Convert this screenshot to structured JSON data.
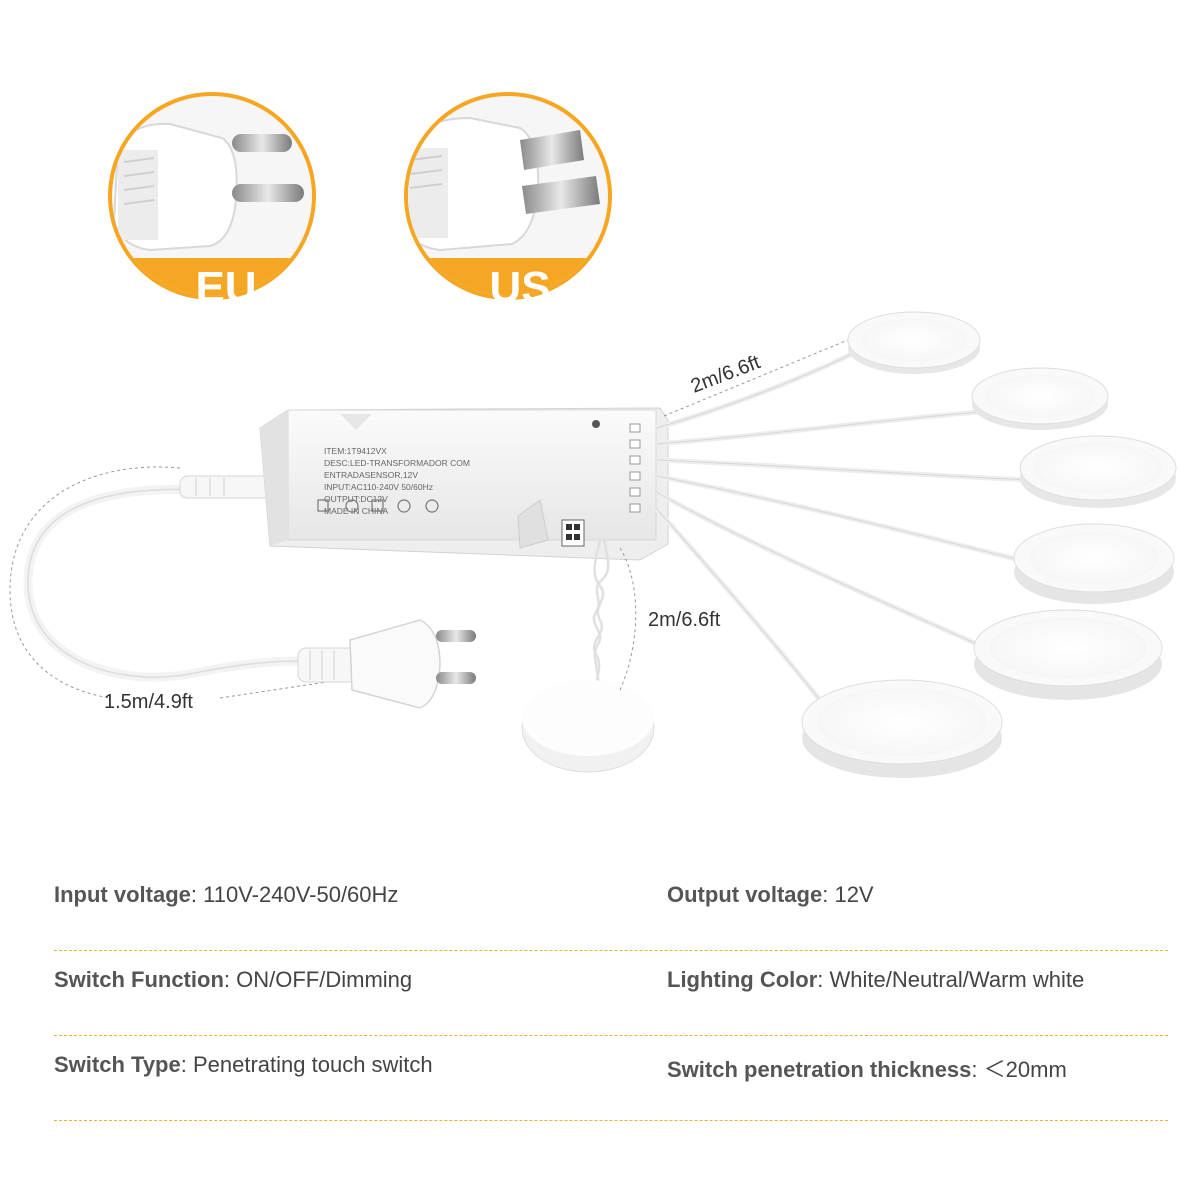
{
  "plugs": [
    {
      "label": "EU"
    },
    {
      "label": "US"
    }
  ],
  "transformer": {
    "lines": [
      "ITEM:1T9412VX",
      "DESC:LED-TRANSFORMADOR COM",
      "ENTRADASENSOR,12V",
      "INPUT:AC110-240V 50/60Hz",
      "OUTPUT:DC12V",
      "MADE IN CHINA"
    ]
  },
  "dimensions": {
    "lights_cable": "2m/6.6ft",
    "sensor_cable": "2m/6.6ft",
    "power_cable": "1.5m/4.9ft"
  },
  "specs": [
    {
      "left": {
        "key": "Input voltage",
        "value": "110V-240V-50/60Hz"
      },
      "right": {
        "key": "Output voltage",
        "value": "12V"
      }
    },
    {
      "left": {
        "key": "Switch Function",
        "value": "ON/OFF/Dimming"
      },
      "right": {
        "key": "Lighting Color",
        "value": "White/Neutral/Warm white"
      }
    },
    {
      "left": {
        "key": "Switch Type",
        "value": "Penetrating touch switch"
      },
      "right": {
        "key": "Switch penetration thickness",
        "value": "＜20mm"
      }
    }
  ],
  "colors": {
    "accent": "#f5a623",
    "divider": "#e8b23c"
  }
}
